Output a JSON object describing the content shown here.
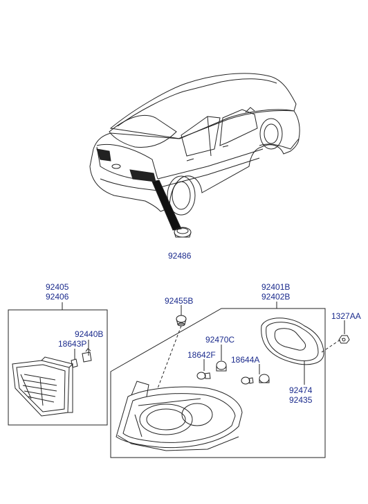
{
  "callouts": {
    "grommet": "92486",
    "lamp_inner_1": "92405",
    "lamp_inner_2": "92406",
    "socket_inner": "92440B",
    "bulb_inner": "18643P",
    "socket_top": "92455B",
    "lamp_outer_1": "92401B",
    "lamp_outer_2": "92402B",
    "nut": "1327AA",
    "socket_mid": "92470C",
    "bulb_left": "18642F",
    "bulb_right": "18644A",
    "gasket_1": "92474",
    "gasket_2": "92435"
  }
}
